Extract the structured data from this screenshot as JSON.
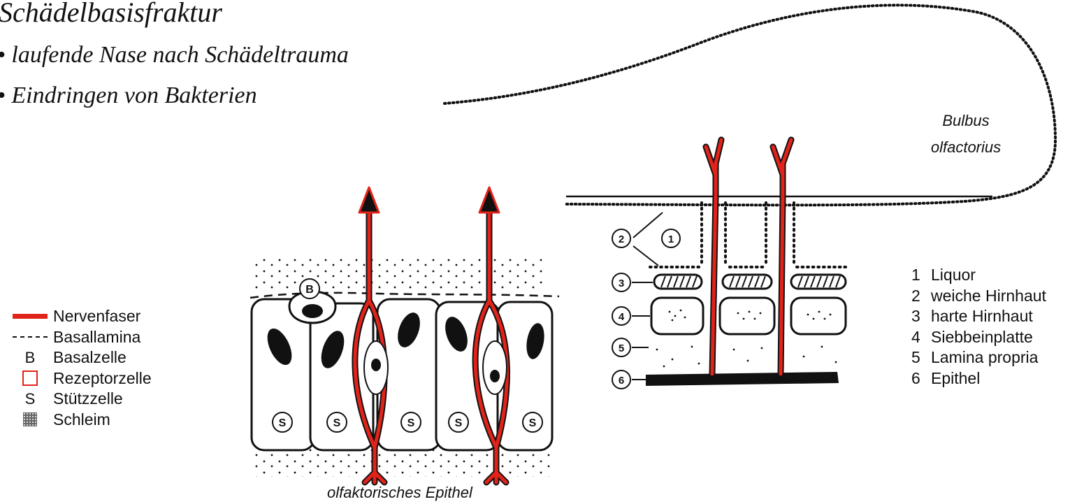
{
  "headings": {
    "title": "Schädelbasisfraktur",
    "bullet_1": "• laufende Nase nach Schädeltrauma",
    "bullet_2": "• Eindringen von Bakterien"
  },
  "legend": [
    {
      "symbol": "nerve-line",
      "label": "Nervenfaser"
    },
    {
      "symbol": "dashed-line",
      "label": "Basallamina"
    },
    {
      "symbol": "letter",
      "letter": "B",
      "label": "Basalzelle"
    },
    {
      "symbol": "red-square",
      "label": "Rezeptorzelle"
    },
    {
      "symbol": "letter",
      "letter": "S",
      "label": "Stützzelle"
    },
    {
      "symbol": "dot-pattern",
      "label": "Schleim"
    }
  ],
  "epithelium": {
    "caption": "olfaktorisches Epithel",
    "basal_label": "B",
    "support_label": "S"
  },
  "bulbus": {
    "label_line1": "Bulbus",
    "label_line2": "olfactorius",
    "callouts": [
      "1",
      "2",
      "3",
      "4",
      "5",
      "6"
    ]
  },
  "numbered_legend": [
    {
      "n": "1",
      "label": "Liquor"
    },
    {
      "n": "2",
      "label": "weiche Hirnhaut"
    },
    {
      "n": "3",
      "label": "harte Hirnhaut"
    },
    {
      "n": "4",
      "label": "Siebbeinplatte"
    },
    {
      "n": "5",
      "label": "Lamina propria"
    },
    {
      "n": "6",
      "label": "Epithel"
    }
  ],
  "colors": {
    "nerve": "#e2231a",
    "ink": "#111111"
  }
}
